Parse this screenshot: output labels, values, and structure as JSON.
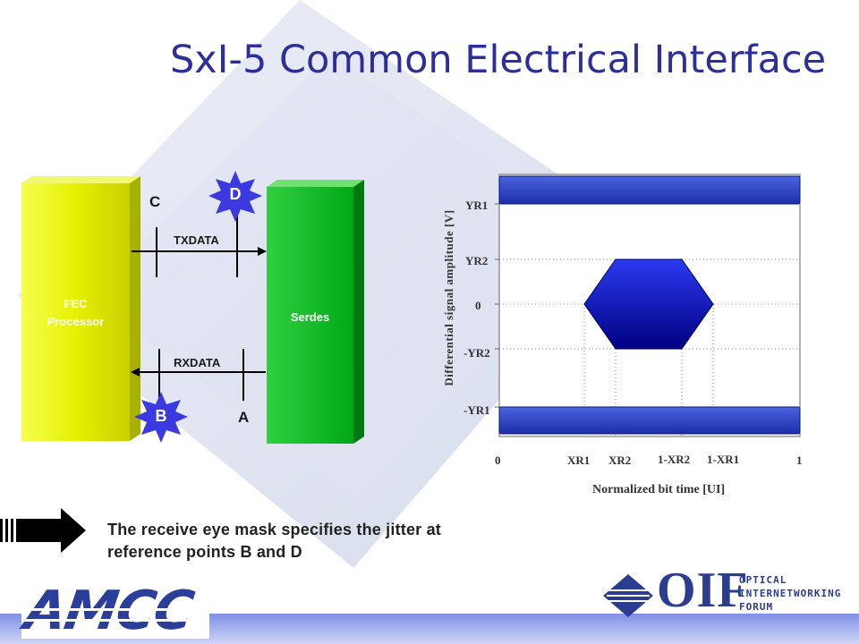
{
  "title": "SxI-5  Common Electrical Interface",
  "colors": {
    "title": "#2c2f9a",
    "fec_block": "#e8f000",
    "serdes_block": "#00b020",
    "star": "#3a3ae0",
    "eye": "#0a0aa8",
    "bar_band": "#3046c8"
  },
  "diagram": {
    "fec_label_line1": "FEC",
    "fec_label_line2": "Processor",
    "serdes_label": "Serdes",
    "txdata_label": "TXDATA",
    "rxdata_label": "RXDATA",
    "ref_c": "C",
    "ref_d": "D",
    "ref_b": "B",
    "ref_a": "A"
  },
  "eye": {
    "y_ticks": [
      "YR1",
      "YR2",
      "0",
      "-YR2",
      "-YR1"
    ],
    "x_ticks": [
      "0",
      "XR1",
      "XR2",
      "1-XR2",
      "1-XR1",
      "1"
    ],
    "ylabel": "Differential signal amplitude [V]",
    "xlabel": "Normalized bit time [UI]"
  },
  "caption_line1": "The receive eye mask specifies the jitter at",
  "caption_line2": "reference points B and D",
  "logos": {
    "amcc": "AMCC",
    "oif": "OIF",
    "oif_line1": "OPTICAL",
    "oif_line2": "INTERNETWORKING",
    "oif_line3": "FORUM"
  }
}
